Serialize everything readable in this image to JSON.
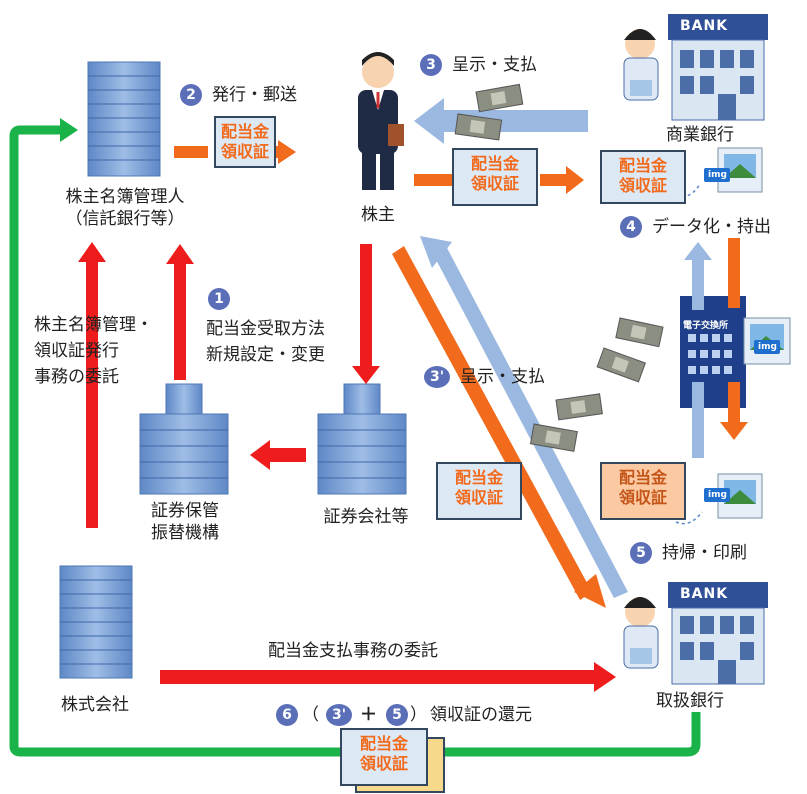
{
  "nodes": {
    "registrar": {
      "line1": "株主名簿管理人",
      "line2": "（信託銀行等）"
    },
    "shareholder": "株主",
    "commercial_bank": "商業銀行",
    "depository": {
      "line1": "証券保管",
      "line2": "振替機構"
    },
    "securities_company": "証券会社等",
    "company": "株式会社",
    "handling_bank": "取扱銀行",
    "bank_sign": "BANK",
    "clearing_house_sign": "電子交換所"
  },
  "receipt": {
    "line1": "配当金",
    "line2": "領収証"
  },
  "img_tag": "img",
  "steps": {
    "s1": {
      "num": "1",
      "line1": "配当金受取方法",
      "line2": "新規設定・変更"
    },
    "s2": {
      "num": "2",
      "label": "発行・郵送"
    },
    "s3": {
      "num": "3",
      "label": "呈示・支払"
    },
    "s3p": {
      "num": "3'",
      "label": "呈示・支払"
    },
    "s4": {
      "num": "4",
      "label": "データ化・持出"
    },
    "s5": {
      "num": "5",
      "label": "持帰・印刷"
    },
    "s6": {
      "num": "6",
      "open": "（",
      "n3": "3'",
      "plus": "＋",
      "n5": "5",
      "close": "）",
      "label": "領収証の還元"
    }
  },
  "entrust_registrar": {
    "line1": "株主名簿管理・",
    "line2": "領収証発行",
    "line3": "事務の委託"
  },
  "entrust_payment": "配当金支払事務の委託",
  "colors": {
    "red": "#ee1c1c",
    "orange": "#f26b1d",
    "lightblue": "#9ab8e0",
    "green": "#19b34a",
    "badge": "#5a6fb8"
  }
}
